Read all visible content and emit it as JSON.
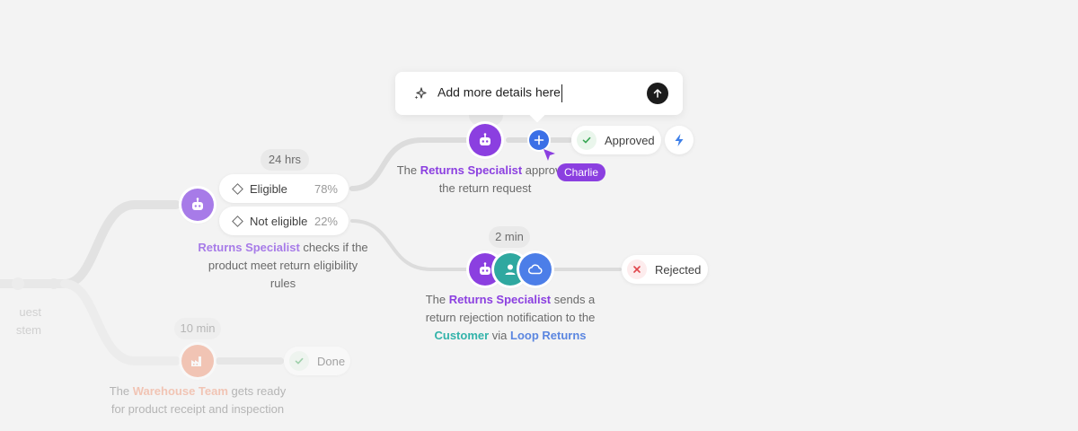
{
  "prompt": {
    "text": "Add more details here",
    "sparkle_icon": "sparkle-icon",
    "send_icon": "arrow-up-icon"
  },
  "cursor": {
    "user": "Charlie",
    "color": "#8b3fe0"
  },
  "durations": {
    "eligibility": "24 hrs",
    "rejection": "2 min",
    "warehouse": "10 min"
  },
  "options": {
    "eligible": {
      "label": "Eligible",
      "percent": "78%"
    },
    "not_eligible": {
      "label": "Not eligible",
      "percent": "22%"
    }
  },
  "outcomes": {
    "approved": "Approved",
    "rejected": "Rejected",
    "done": "Done"
  },
  "descriptions": {
    "eligibility_check": {
      "actor": "Returns Specialist",
      "line1_rest": " checks if the",
      "line2": "product meet return eligibility",
      "line3": "rules"
    },
    "approve": {
      "pre": "The ",
      "actor": "Returns Specialist",
      "line1_rest": " approves",
      "line2": "the return request"
    },
    "reject": {
      "pre": "The ",
      "actor": "Returns Specialist",
      "line1_rest": " sends a",
      "line2": "return rejection notification to the",
      "customer": "Customer",
      "via": " via ",
      "integration": "Loop Returns"
    },
    "warehouse": {
      "pre": "The ",
      "actor": "Warehouse Team",
      "line1_rest": " gets ready",
      "line2": "for product receipt and inspection"
    },
    "left_partial": {
      "line1": "uest",
      "line2": "stem"
    }
  },
  "colors": {
    "purple": "#8b3fe0",
    "teal": "#2fa8a0",
    "blue": "#4c7ee8",
    "orange": "#f08d6a",
    "green_check": "#3aa755",
    "red_x": "#e0454b",
    "bolt": "#3d7fe8"
  },
  "icons": {
    "agent": "robot-icon",
    "person": "person-icon",
    "cloud": "cloud-icon",
    "factory": "factory-icon",
    "bolt": "lightning-bolt-icon",
    "plus": "plus-icon"
  }
}
